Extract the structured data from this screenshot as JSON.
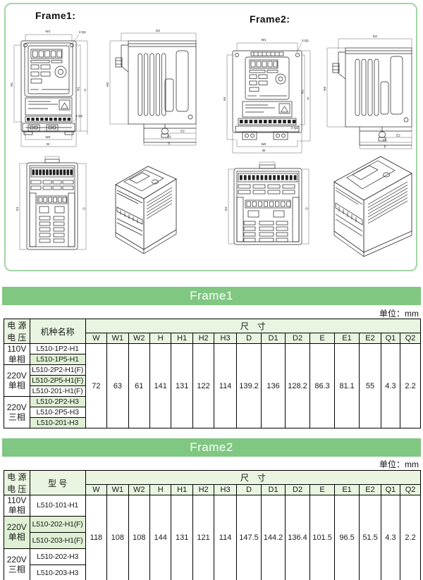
{
  "drawings": {
    "frame1_label": "Frame1:",
    "frame2_label": "Frame2:",
    "dims": {
      "w": "W",
      "w1": "W1",
      "w2": "W2",
      "h": "H",
      "h1": "H1",
      "h2": "H2",
      "h3": "H3",
      "d": "D",
      "d1": "D1",
      "d2": "D2",
      "e": "E",
      "e1": "E1",
      "e2": "E2",
      "q1": "2-Q1",
      "q2": "2-Q2"
    }
  },
  "table1": {
    "title": "Frame1",
    "unit": "单位：mm",
    "col_voltage": [
      "电 源",
      "电 压"
    ],
    "col_model": "机种名称",
    "col_size": "尺　寸",
    "dim_headers": [
      "W",
      "W1",
      "W2",
      "H",
      "H1",
      "H2",
      "H3",
      "D",
      "D1",
      "D2",
      "E",
      "E1",
      "E2",
      "Q1",
      "Q2"
    ],
    "groups": [
      {
        "voltage": [
          "110V",
          "单相"
        ],
        "shaded": false,
        "models": [
          {
            "name": "L510-1P2-H1",
            "shaded": false
          },
          {
            "name": "L510-1P5-H1",
            "shaded": true
          }
        ]
      },
      {
        "voltage": [
          "220V",
          "单相"
        ],
        "shaded": false,
        "models": [
          {
            "name": "L510-2P2-H1(F)",
            "shaded": false
          },
          {
            "name": "L510-2P5-H1(F)",
            "shaded": true
          },
          {
            "name": "L510-201-H1(F)",
            "shaded": false
          }
        ]
      },
      {
        "voltage": [
          "220V",
          "三相"
        ],
        "shaded": false,
        "models": [
          {
            "name": "L510-2P2-H3",
            "shaded": true
          },
          {
            "name": "L510-2P5-H3",
            "shaded": false
          },
          {
            "name": "L510-201-H3",
            "shaded": true
          }
        ]
      }
    ],
    "values": [
      "72",
      "63",
      "61",
      "141",
      "131",
      "122",
      "114",
      "139.2",
      "136",
      "128.2",
      "86.3",
      "81.1",
      "55",
      "4.3",
      "2.2"
    ]
  },
  "table2": {
    "title": "Frame2",
    "unit": "单位：mm",
    "col_voltage": [
      "电 源",
      "电 压"
    ],
    "col_model": "型  号",
    "col_size": "尺　寸",
    "dim_headers": [
      "W",
      "W1",
      "W2",
      "H",
      "H1",
      "H2",
      "H3",
      "D",
      "D1",
      "D2",
      "E",
      "E1",
      "E2",
      "Q1",
      "Q2"
    ],
    "groups": [
      {
        "voltage": [
          "110V",
          "单相"
        ],
        "shaded": false,
        "models": [
          {
            "name": "L510-101-H1",
            "shaded": false
          }
        ]
      },
      {
        "voltage": [
          "220V",
          "单相"
        ],
        "shaded": true,
        "models": [
          {
            "name": "L510-202-H1(F)",
            "shaded": true
          },
          {
            "name": "L510-203-H1(F)",
            "shaded": true
          }
        ]
      },
      {
        "voltage": [
          "220V",
          "三相"
        ],
        "shaded": false,
        "models": [
          {
            "name": "L510-202-H3",
            "shaded": false
          },
          {
            "name": "L510-203-H3",
            "shaded": false
          }
        ]
      }
    ],
    "values": [
      "118",
      "108",
      "108",
      "144",
      "131",
      "121",
      "114",
      "147.5",
      "144.2",
      "136.4",
      "101.5",
      "96.5",
      "51.5",
      "4.3",
      "2.2"
    ]
  },
  "colors": {
    "bar_green": "#80c781",
    "panel_border_green": "#a3d5a3",
    "header_green": "#e9f4e1",
    "row_green": "#dff0d4"
  }
}
